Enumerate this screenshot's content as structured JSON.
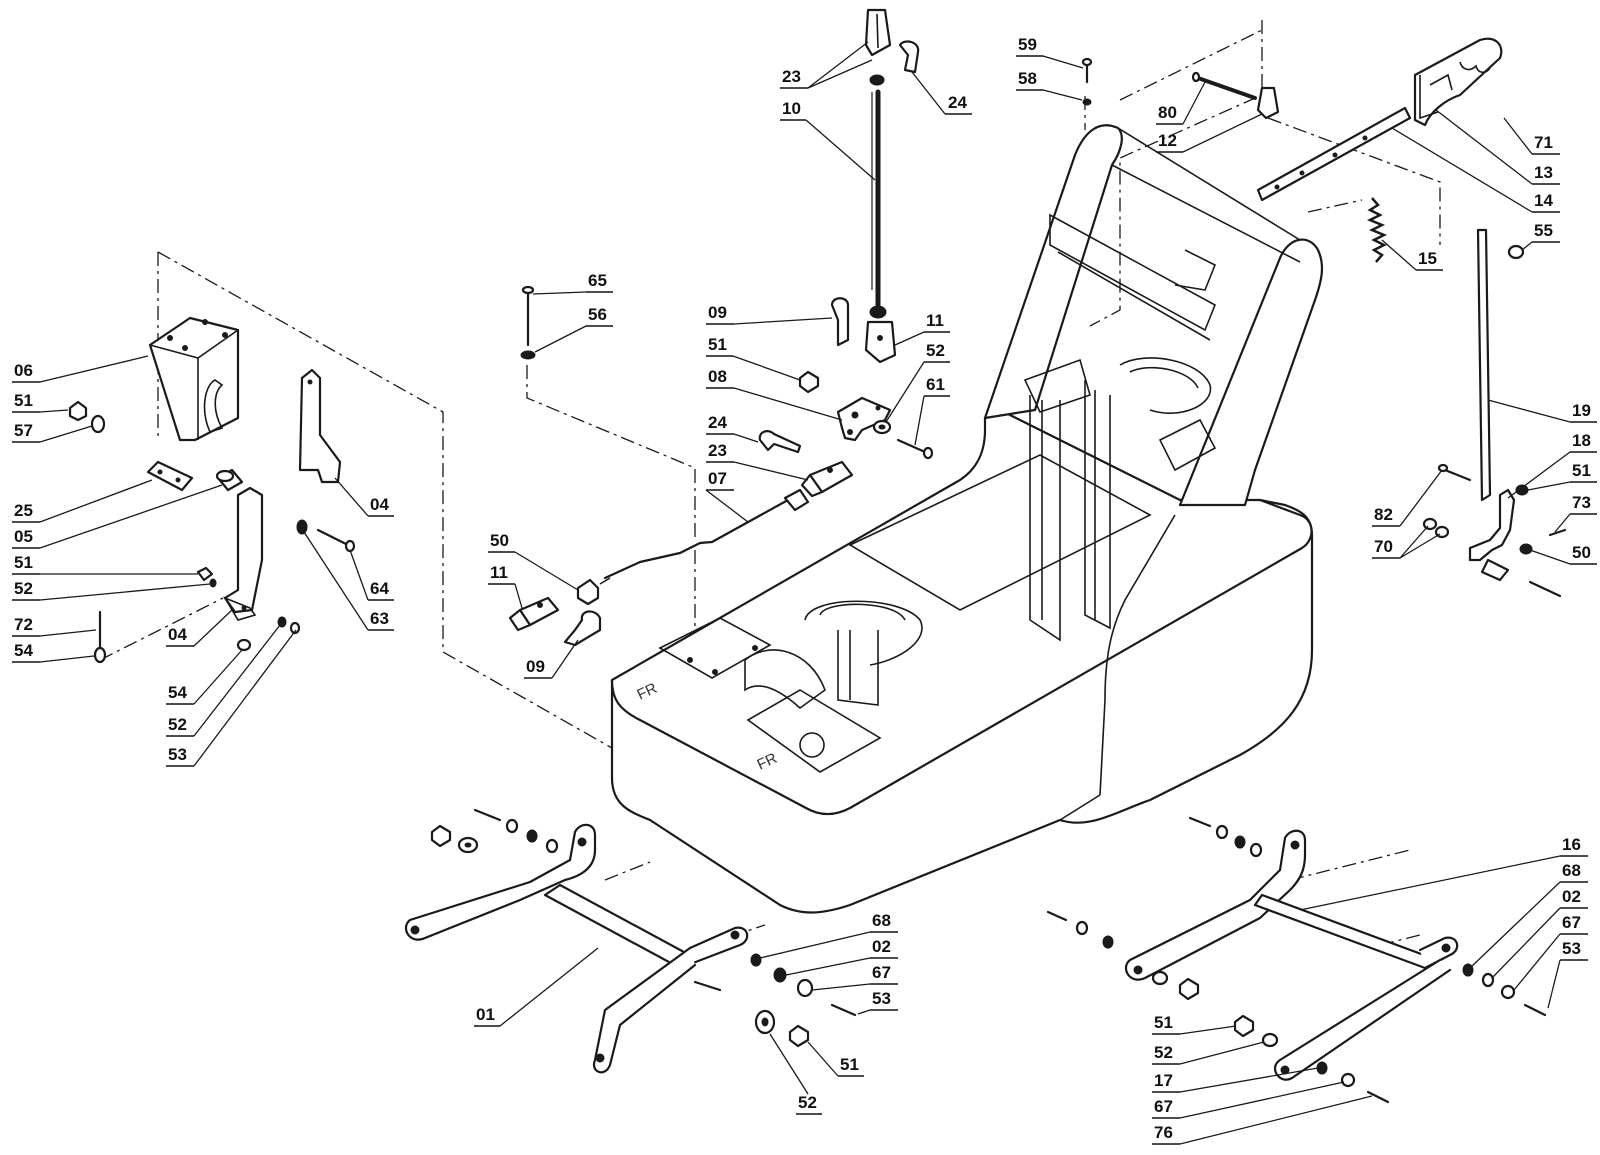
{
  "diagram": {
    "body_marks": [
      "FR",
      "FR"
    ],
    "callouts": [
      {
        "id": "c-23a",
        "text": "23"
      },
      {
        "id": "c-24a",
        "text": "24"
      },
      {
        "id": "c-10",
        "text": "10"
      },
      {
        "id": "c-09a",
        "text": "09"
      },
      {
        "id": "c-11a",
        "text": "11"
      },
      {
        "id": "c-65",
        "text": "65"
      },
      {
        "id": "c-56",
        "text": "56"
      },
      {
        "id": "c-51b",
        "text": "51"
      },
      {
        "id": "c-52b",
        "text": "52"
      },
      {
        "id": "c-08",
        "text": "08"
      },
      {
        "id": "c-61",
        "text": "61"
      },
      {
        "id": "c-24b",
        "text": "24"
      },
      {
        "id": "c-23b",
        "text": "23"
      },
      {
        "id": "c-07",
        "text": "07"
      },
      {
        "id": "c-50a",
        "text": "50"
      },
      {
        "id": "c-11b",
        "text": "11"
      },
      {
        "id": "c-09b",
        "text": "09"
      },
      {
        "id": "c-59",
        "text": "59"
      },
      {
        "id": "c-58",
        "text": "58"
      },
      {
        "id": "c-80",
        "text": "80"
      },
      {
        "id": "c-12",
        "text": "12"
      },
      {
        "id": "c-71",
        "text": "71"
      },
      {
        "id": "c-13",
        "text": "13"
      },
      {
        "id": "c-14",
        "text": "14"
      },
      {
        "id": "c-15",
        "text": "15"
      },
      {
        "id": "c-55",
        "text": "55"
      },
      {
        "id": "c-19",
        "text": "19"
      },
      {
        "id": "c-18",
        "text": "18"
      },
      {
        "id": "c-51c",
        "text": "51"
      },
      {
        "id": "c-73",
        "text": "73"
      },
      {
        "id": "c-82",
        "text": "82"
      },
      {
        "id": "c-70",
        "text": "70"
      },
      {
        "id": "c-50b",
        "text": "50"
      },
      {
        "id": "c-06",
        "text": "06"
      },
      {
        "id": "c-51a",
        "text": "51"
      },
      {
        "id": "c-57",
        "text": "57"
      },
      {
        "id": "c-04a",
        "text": "04"
      },
      {
        "id": "c-25",
        "text": "25"
      },
      {
        "id": "c-05",
        "text": "05"
      },
      {
        "id": "c-51d",
        "text": "51"
      },
      {
        "id": "c-52a",
        "text": "52"
      },
      {
        "id": "c-72",
        "text": "72"
      },
      {
        "id": "c-54a",
        "text": "54"
      },
      {
        "id": "c-04b",
        "text": "04"
      },
      {
        "id": "c-54b",
        "text": "54"
      },
      {
        "id": "c-52c",
        "text": "52"
      },
      {
        "id": "c-53a",
        "text": "53"
      },
      {
        "id": "c-64",
        "text": "64"
      },
      {
        "id": "c-63",
        "text": "63"
      },
      {
        "id": "c-68a",
        "text": "68"
      },
      {
        "id": "c-02a",
        "text": "02"
      },
      {
        "id": "c-67a",
        "text": "67"
      },
      {
        "id": "c-53b",
        "text": "53"
      },
      {
        "id": "c-01",
        "text": "01"
      },
      {
        "id": "c-51e",
        "text": "51"
      },
      {
        "id": "c-52d",
        "text": "52"
      },
      {
        "id": "c-16",
        "text": "16"
      },
      {
        "id": "c-68b",
        "text": "68"
      },
      {
        "id": "c-02b",
        "text": "02"
      },
      {
        "id": "c-67b",
        "text": "67"
      },
      {
        "id": "c-53c",
        "text": "53"
      },
      {
        "id": "c-51f",
        "text": "51"
      },
      {
        "id": "c-52e",
        "text": "52"
      },
      {
        "id": "c-17",
        "text": "17"
      },
      {
        "id": "c-67c",
        "text": "67"
      },
      {
        "id": "c-76",
        "text": "76"
      }
    ]
  }
}
